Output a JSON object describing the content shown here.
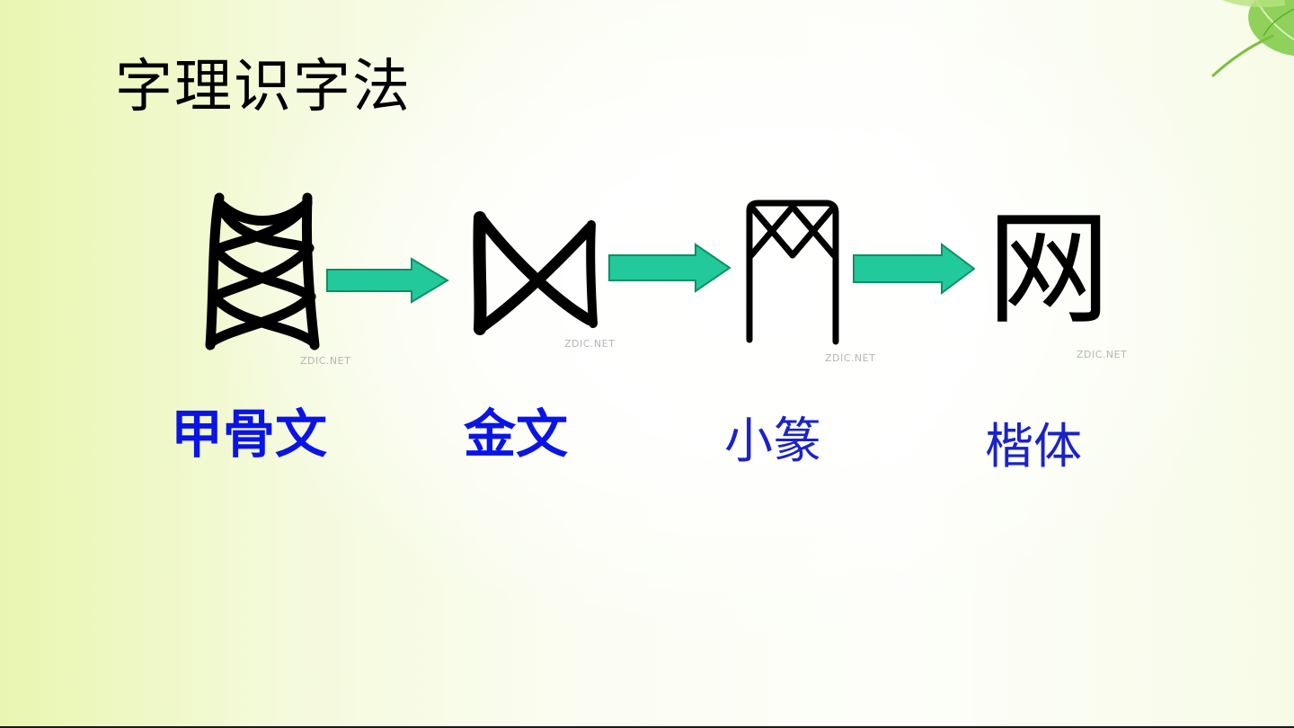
{
  "slide": {
    "title": "字理识字法",
    "watermark": "ZDIC.NET",
    "scripts": [
      {
        "name": "甲骨文",
        "style": "bold"
      },
      {
        "name": "金文",
        "style": "bold"
      },
      {
        "name": "小篆",
        "style": "regular"
      },
      {
        "name": "楷体",
        "style": "regular"
      }
    ],
    "modern_character": "网",
    "arrow_color": "#22c99b",
    "label_color": "#0a14e6",
    "decoration_icon": "green-leaf-icon"
  }
}
